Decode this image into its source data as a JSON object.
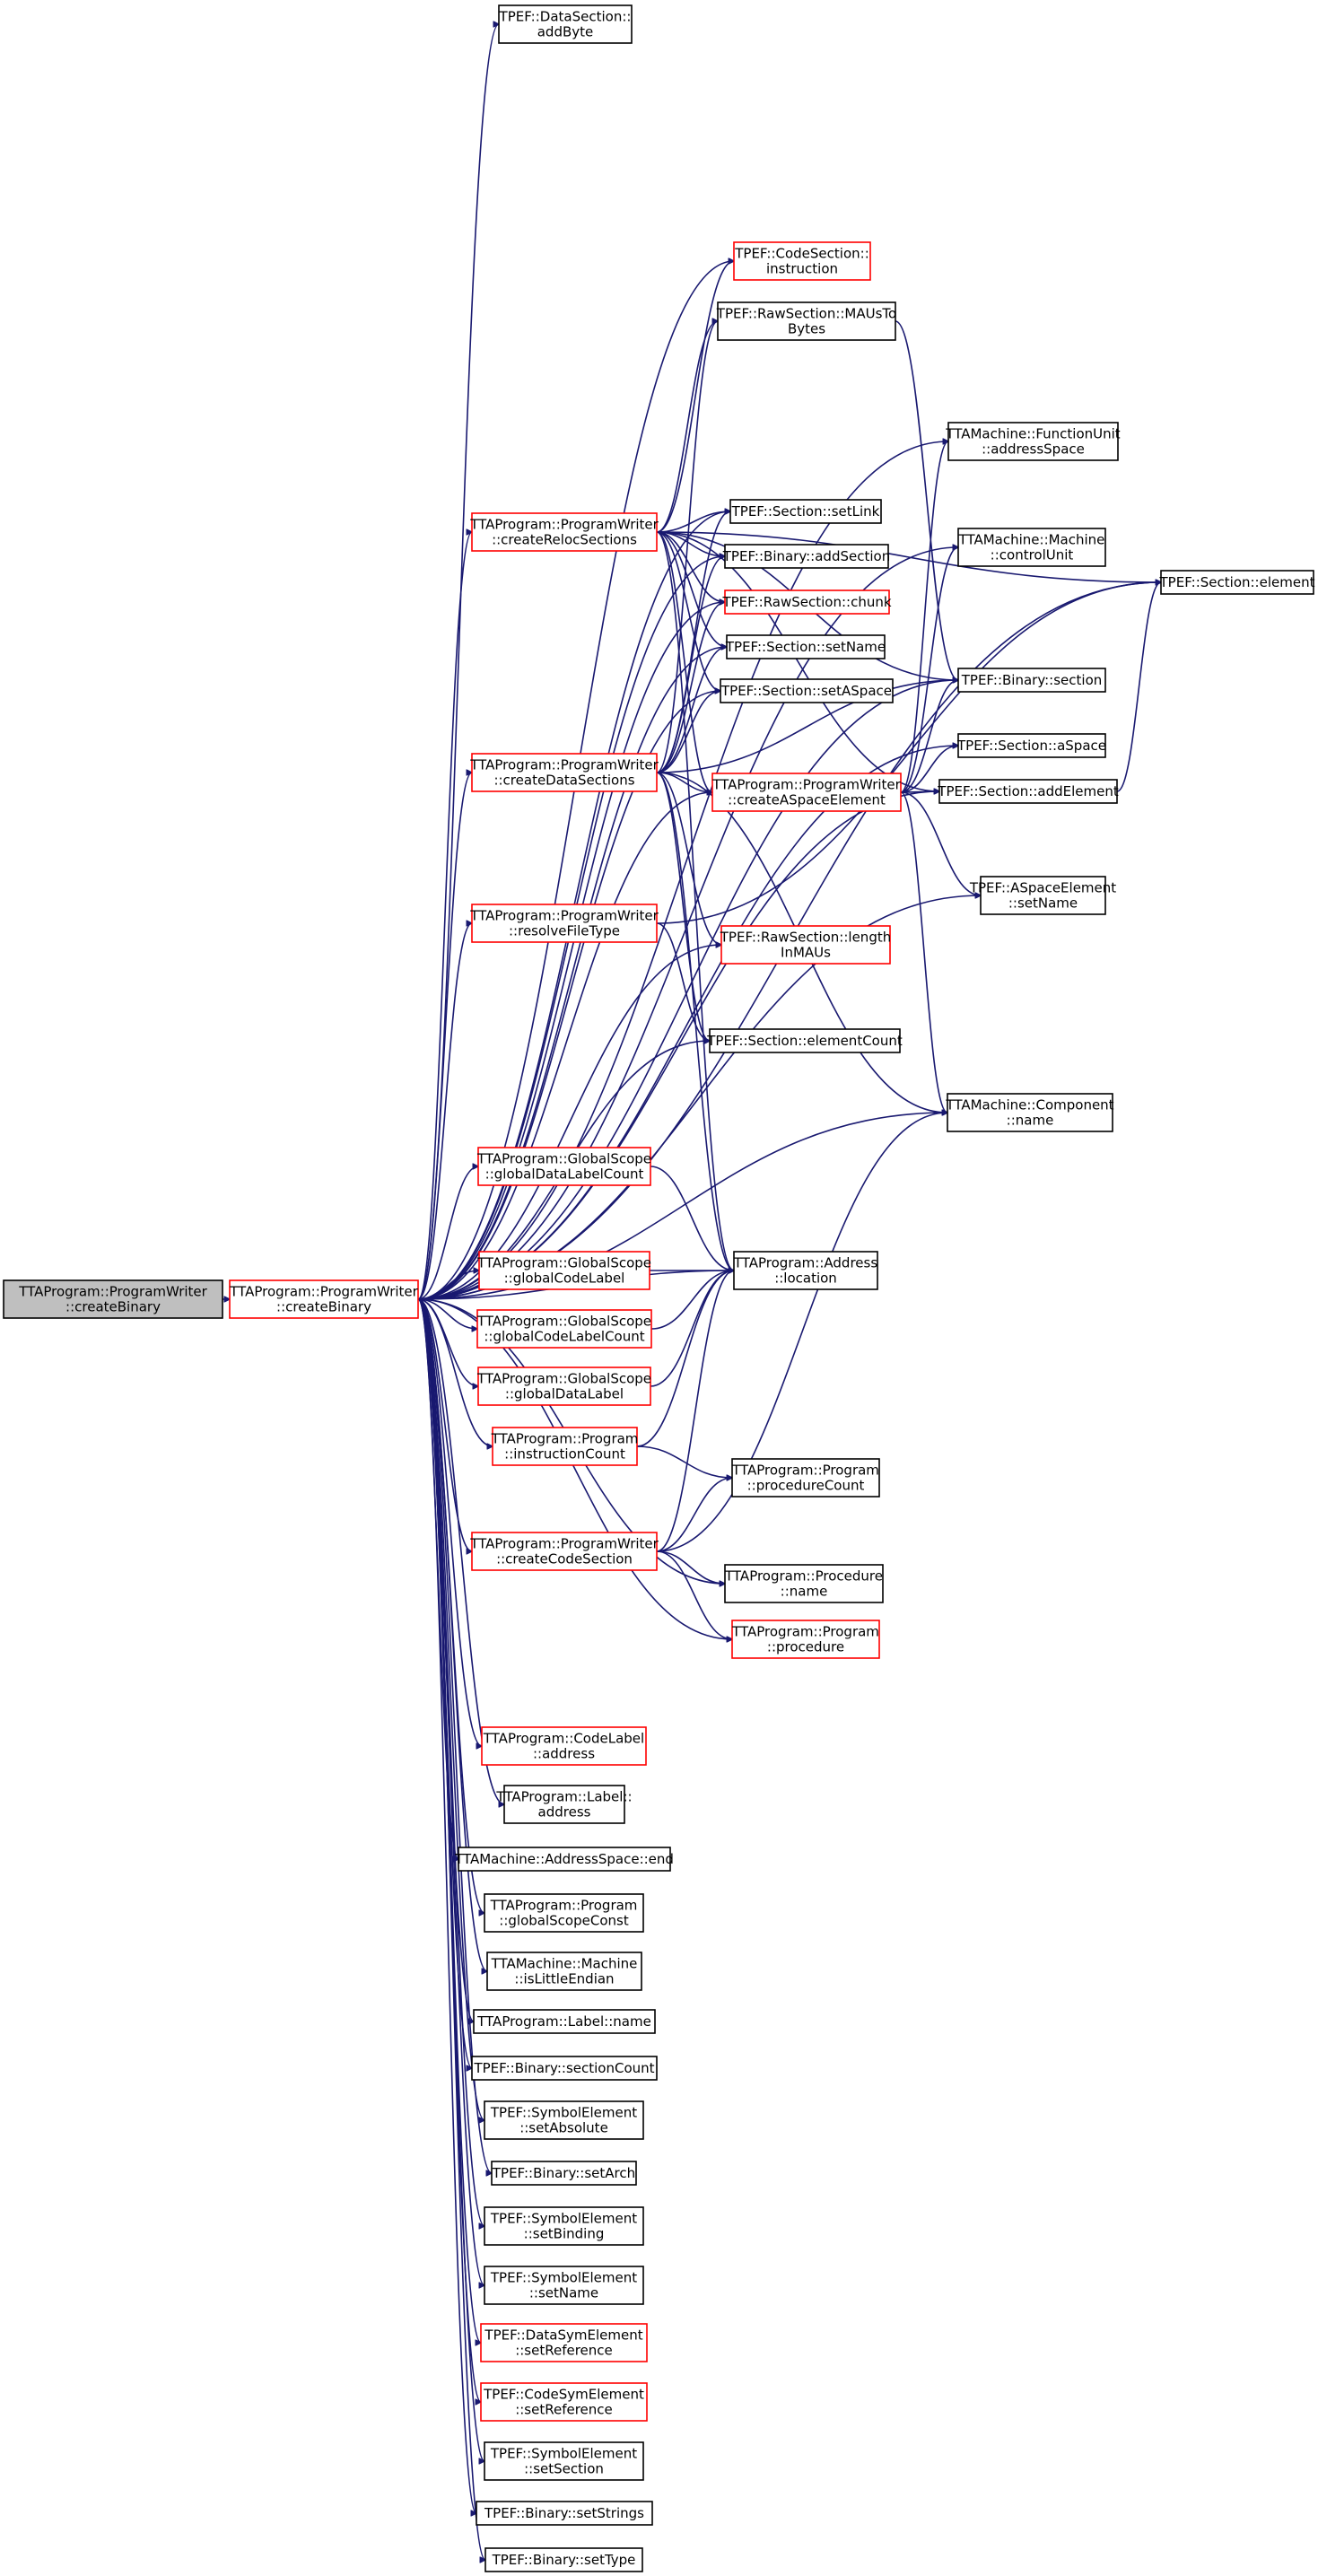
{
  "diagram": {
    "title": "",
    "nodes": [
      {
        "id": "root",
        "lines": [
          "TTAProgram::ProgramWriter",
          "::createBinary"
        ],
        "style": "root"
      },
      {
        "id": "cb",
        "lines": [
          "TTAProgram::ProgramWriter",
          "::createBinary"
        ],
        "style": "linked"
      },
      {
        "id": "addByte",
        "lines": [
          "TPEF::DataSection::",
          "addByte"
        ],
        "style": "plain"
      },
      {
        "id": "instr",
        "lines": [
          "TPEF::CodeSection::",
          "instruction"
        ],
        "style": "linked"
      },
      {
        "id": "maus",
        "lines": [
          "TPEF::RawSection::MAUsTo",
          "Bytes"
        ],
        "style": "plain"
      },
      {
        "id": "fuas",
        "lines": [
          "TTAMachine::FunctionUnit",
          "::addressSpace"
        ],
        "style": "plain"
      },
      {
        "id": "setLink",
        "lines": [
          "TPEF::Section::setLink"
        ],
        "style": "plain"
      },
      {
        "id": "reloc",
        "lines": [
          "TTAProgram::ProgramWriter",
          "::createRelocSections"
        ],
        "style": "linked"
      },
      {
        "id": "ctrlUnit",
        "lines": [
          "TTAMachine::Machine",
          "::controlUnit"
        ],
        "style": "plain"
      },
      {
        "id": "element",
        "lines": [
          "TPEF::Section::element"
        ],
        "style": "plain"
      },
      {
        "id": "addSection",
        "lines": [
          "TPEF::Binary::addSection"
        ],
        "style": "plain"
      },
      {
        "id": "chunk",
        "lines": [
          "TPEF::RawSection::chunk"
        ],
        "style": "linked"
      },
      {
        "id": "setName",
        "lines": [
          "TPEF::Section::setName"
        ],
        "style": "plain"
      },
      {
        "id": "binSection",
        "lines": [
          "TPEF::Binary::section"
        ],
        "style": "plain"
      },
      {
        "id": "setASpace",
        "lines": [
          "TPEF::Section::setASpace"
        ],
        "style": "plain"
      },
      {
        "id": "aSpace",
        "lines": [
          "TPEF::Section::aSpace"
        ],
        "style": "plain"
      },
      {
        "id": "data",
        "lines": [
          "TTAProgram::ProgramWriter",
          "::createDataSections"
        ],
        "style": "linked"
      },
      {
        "id": "aspel",
        "lines": [
          "TTAProgram::ProgramWriter",
          "::createASpaceElement"
        ],
        "style": "linked"
      },
      {
        "id": "addElement",
        "lines": [
          "TPEF::Section::addElement"
        ],
        "style": "plain"
      },
      {
        "id": "aselName",
        "lines": [
          "TPEF::ASpaceElement",
          "::setName"
        ],
        "style": "plain"
      },
      {
        "id": "resolve",
        "lines": [
          "TTAProgram::ProgramWriter",
          "::resolveFileType"
        ],
        "style": "linked"
      },
      {
        "id": "lenMAU",
        "lines": [
          "TPEF::RawSection::length",
          "InMAUs"
        ],
        "style": "linked"
      },
      {
        "id": "elCount",
        "lines": [
          "TPEF::Section::elementCount"
        ],
        "style": "plain"
      },
      {
        "id": "compName",
        "lines": [
          "TTAMachine::Component",
          "::name"
        ],
        "style": "plain"
      },
      {
        "id": "gdlc",
        "lines": [
          "TTAProgram::GlobalScope",
          "::globalDataLabelCount"
        ],
        "style": "linked"
      },
      {
        "id": "gcl",
        "lines": [
          "TTAProgram::GlobalScope",
          "::globalCodeLabel"
        ],
        "style": "linked"
      },
      {
        "id": "location",
        "lines": [
          "TTAProgram::Address",
          "::location"
        ],
        "style": "plain"
      },
      {
        "id": "gclc",
        "lines": [
          "TTAProgram::GlobalScope",
          "::globalCodeLabelCount"
        ],
        "style": "linked"
      },
      {
        "id": "gdl",
        "lines": [
          "TTAProgram::GlobalScope",
          "::globalDataLabel"
        ],
        "style": "linked"
      },
      {
        "id": "icount",
        "lines": [
          "TTAProgram::Program",
          "::instructionCount"
        ],
        "style": "linked"
      },
      {
        "id": "pcount",
        "lines": [
          "TTAProgram::Program",
          "::procedureCount"
        ],
        "style": "plain"
      },
      {
        "id": "code",
        "lines": [
          "TTAProgram::ProgramWriter",
          "::createCodeSection"
        ],
        "style": "linked"
      },
      {
        "id": "procName",
        "lines": [
          "TTAProgram::Procedure",
          "::name"
        ],
        "style": "plain"
      },
      {
        "id": "procedure",
        "lines": [
          "TTAProgram::Program",
          "::procedure"
        ],
        "style": "linked"
      },
      {
        "id": "clAddr",
        "lines": [
          "TTAProgram::CodeLabel",
          "::address"
        ],
        "style": "linked"
      },
      {
        "id": "lAddr",
        "lines": [
          "TTAProgram::Label::",
          "address"
        ],
        "style": "plain"
      },
      {
        "id": "asEnd",
        "lines": [
          "TTAMachine::AddressSpace::end"
        ],
        "style": "plain"
      },
      {
        "id": "gsc",
        "lines": [
          "TTAProgram::Program",
          "::globalScopeConst"
        ],
        "style": "plain"
      },
      {
        "id": "little",
        "lines": [
          "TTAMachine::Machine",
          "::isLittleEndian"
        ],
        "style": "plain"
      },
      {
        "id": "lName",
        "lines": [
          "TTAProgram::Label::name"
        ],
        "style": "plain"
      },
      {
        "id": "secCount",
        "lines": [
          "TPEF::Binary::sectionCount"
        ],
        "style": "plain"
      },
      {
        "id": "setAbs",
        "lines": [
          "TPEF::SymbolElement",
          "::setAbsolute"
        ],
        "style": "plain"
      },
      {
        "id": "setArch",
        "lines": [
          "TPEF::Binary::setArch"
        ],
        "style": "plain"
      },
      {
        "id": "setBind",
        "lines": [
          "TPEF::SymbolElement",
          "::setBinding"
        ],
        "style": "plain"
      },
      {
        "id": "symName",
        "lines": [
          "TPEF::SymbolElement",
          "::setName"
        ],
        "style": "plain"
      },
      {
        "id": "dsRef",
        "lines": [
          "TPEF::DataSymElement",
          "::setReference"
        ],
        "style": "linked"
      },
      {
        "id": "csRef",
        "lines": [
          "TPEF::CodeSymElement",
          "::setReference"
        ],
        "style": "linked"
      },
      {
        "id": "symSec",
        "lines": [
          "TPEF::SymbolElement",
          "::setSection"
        ],
        "style": "plain"
      },
      {
        "id": "setStrings",
        "lines": [
          "TPEF::Binary::setStrings"
        ],
        "style": "plain"
      },
      {
        "id": "setType",
        "lines": [
          "TPEF::Binary::setType"
        ],
        "style": "plain"
      }
    ],
    "edges": [
      [
        "root",
        "cb"
      ],
      [
        "cb",
        "addByte"
      ],
      [
        "cb",
        "fuas"
      ],
      [
        "cb",
        "element"
      ],
      [
        "cb",
        "instr"
      ],
      [
        "cb",
        "ctrlUnit"
      ],
      [
        "cb",
        "setLink"
      ],
      [
        "cb",
        "reloc"
      ],
      [
        "cb",
        "addSection"
      ],
      [
        "cb",
        "chunk"
      ],
      [
        "cb",
        "setName"
      ],
      [
        "cb",
        "setASpace"
      ],
      [
        "cb",
        "data"
      ],
      [
        "cb",
        "binSection"
      ],
      [
        "cb",
        "aspel"
      ],
      [
        "cb",
        "aSpace"
      ],
      [
        "cb",
        "addElement"
      ],
      [
        "cb",
        "resolve"
      ],
      [
        "cb",
        "lenMAU"
      ],
      [
        "cb",
        "elCount"
      ],
      [
        "cb",
        "compName"
      ],
      [
        "cb",
        "gdlc"
      ],
      [
        "cb",
        "location"
      ],
      [
        "cb",
        "gcl"
      ],
      [
        "cb",
        "gclc"
      ],
      [
        "cb",
        "gdl"
      ],
      [
        "cb",
        "icount"
      ],
      [
        "cb",
        "code"
      ],
      [
        "cb",
        "procName"
      ],
      [
        "cb",
        "procedure"
      ],
      [
        "cb",
        "aselName"
      ],
      [
        "cb",
        "clAddr"
      ],
      [
        "cb",
        "lAddr"
      ],
      [
        "cb",
        "asEnd"
      ],
      [
        "cb",
        "gsc"
      ],
      [
        "cb",
        "little"
      ],
      [
        "cb",
        "lName"
      ],
      [
        "cb",
        "secCount"
      ],
      [
        "cb",
        "setAbs"
      ],
      [
        "cb",
        "setArch"
      ],
      [
        "cb",
        "setBind"
      ],
      [
        "cb",
        "symName"
      ],
      [
        "cb",
        "dsRef"
      ],
      [
        "cb",
        "csRef"
      ],
      [
        "cb",
        "symSec"
      ],
      [
        "cb",
        "setStrings"
      ],
      [
        "cb",
        "setType"
      ],
      [
        "reloc",
        "instr"
      ],
      [
        "reloc",
        "maus"
      ],
      [
        "reloc",
        "element"
      ],
      [
        "reloc",
        "setLink"
      ],
      [
        "reloc",
        "addSection"
      ],
      [
        "reloc",
        "chunk"
      ],
      [
        "reloc",
        "setName"
      ],
      [
        "reloc",
        "binSection"
      ],
      [
        "reloc",
        "setASpace"
      ],
      [
        "reloc",
        "aspel"
      ],
      [
        "reloc",
        "location"
      ],
      [
        "reloc",
        "addElement"
      ],
      [
        "data",
        "maus"
      ],
      [
        "data",
        "setLink"
      ],
      [
        "data",
        "addSection"
      ],
      [
        "data",
        "chunk"
      ],
      [
        "data",
        "setName"
      ],
      [
        "data",
        "setASpace"
      ],
      [
        "data",
        "binSection"
      ],
      [
        "data",
        "aspel"
      ],
      [
        "data",
        "lenMAU"
      ],
      [
        "data",
        "elCount"
      ],
      [
        "data",
        "location"
      ],
      [
        "data",
        "compName"
      ],
      [
        "aspel",
        "fuas"
      ],
      [
        "aspel",
        "ctrlUnit"
      ],
      [
        "aspel",
        "binSection"
      ],
      [
        "aspel",
        "aSpace"
      ],
      [
        "aspel",
        "addElement"
      ],
      [
        "aspel",
        "aselName"
      ],
      [
        "aspel",
        "compName"
      ],
      [
        "resolve",
        "element"
      ],
      [
        "resolve",
        "elCount"
      ],
      [
        "addElement",
        "element"
      ],
      [
        "maus",
        "binSection"
      ],
      [
        "gdlc",
        "location"
      ],
      [
        "gcl",
        "location"
      ],
      [
        "gclc",
        "location"
      ],
      [
        "gdl",
        "location"
      ],
      [
        "icount",
        "location"
      ],
      [
        "icount",
        "pcount"
      ],
      [
        "code",
        "location"
      ],
      [
        "code",
        "pcount"
      ],
      [
        "code",
        "compName"
      ],
      [
        "code",
        "procName"
      ],
      [
        "code",
        "procedure"
      ]
    ]
  }
}
